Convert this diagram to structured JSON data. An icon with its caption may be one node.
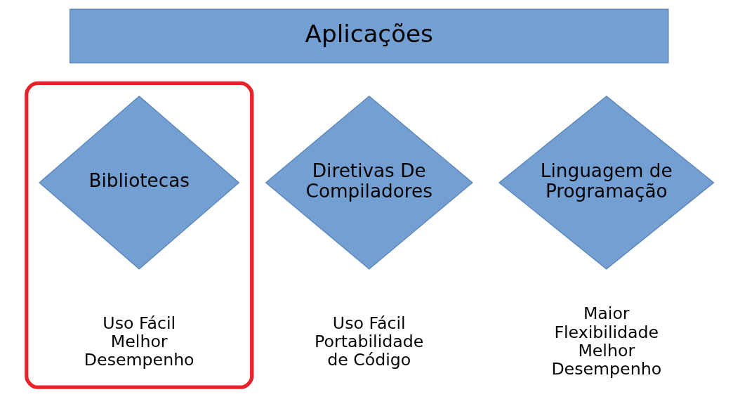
{
  "diagram": {
    "nodes": [
      {
        "text": [
          "Aplicações"
        ]
      },
      {
        "text": [],
        "shape": "box"
      },
      {
        "text": [
          "Bibliotecas"
        ],
        "in": 1,
        "beside": [
          "Uso Fácil Melhor Desempenho"
        ]
      },
      {
        "text": [
          "Diretivas De Compiladores"
        ],
        "beside": [
          "Uso Fácil Portabilidade de Código"
        ]
      },
      {
        "text": [
          "Linguagem de Programação"
        ],
        "beside": [
          "Maior Flexibilidade Melhor Desempenho"
        ]
      }
    ]
  }
}
